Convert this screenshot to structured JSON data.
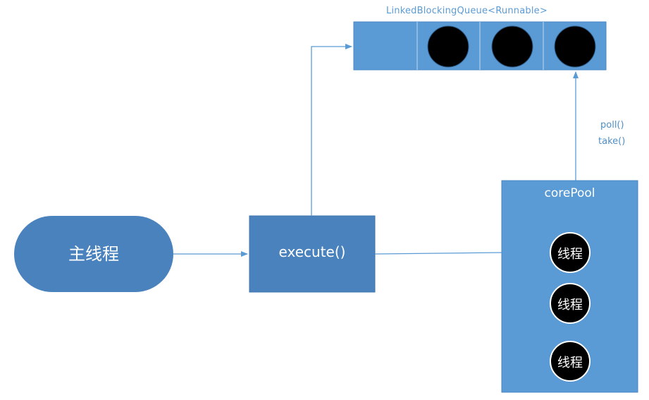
{
  "colors": {
    "node_fill": "#4a82bd",
    "queue_fill": "#5b9bd5",
    "corepool_fill": "#5b9bd5",
    "arrow": "#5b9bd5",
    "token": "#000000",
    "label_text": "#5b9bd5"
  },
  "nodes": {
    "main_thread": "主线程",
    "execute": "execute()",
    "queue_title": "LinkedBlockingQueue<Runnable>",
    "corepool_title": "corePool",
    "poll": "poll()",
    "take": "take()"
  },
  "queue": {
    "slots": 4,
    "filled_slots": 3
  },
  "threads": [
    "线程",
    "线程",
    "线程"
  ],
  "edges": [
    {
      "from": "主线程",
      "to": "execute()"
    },
    {
      "from": "execute()",
      "to": "LinkedBlockingQueue<Runnable>"
    },
    {
      "from": "execute()",
      "to": "corePool"
    },
    {
      "from": "corePool",
      "to": "LinkedBlockingQueue<Runnable>",
      "label": "poll() take()"
    }
  ]
}
